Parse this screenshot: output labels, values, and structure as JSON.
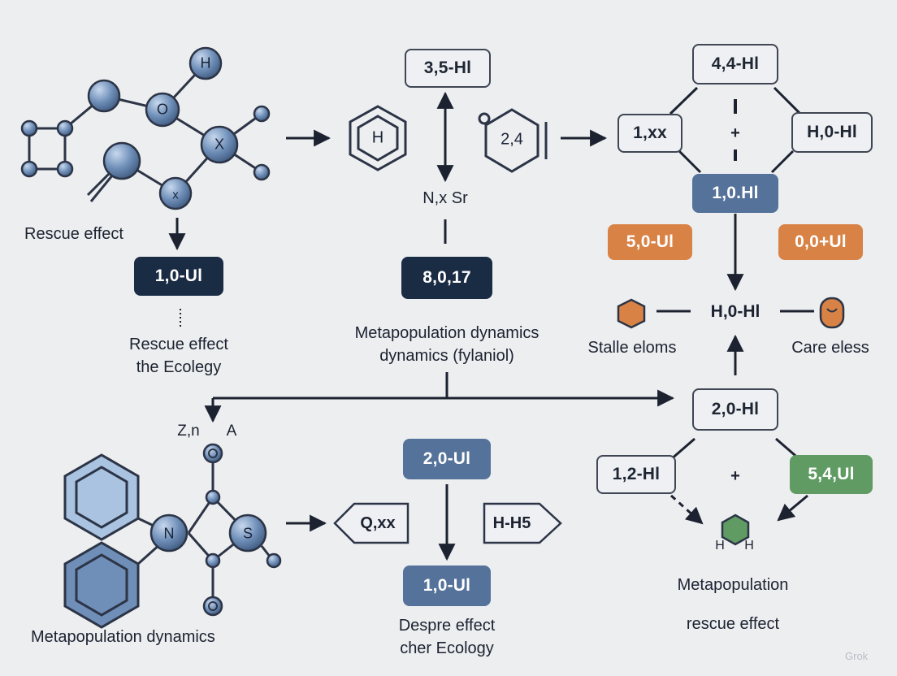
{
  "diagram": {
    "top_left": {
      "atoms": [
        "H",
        "O",
        "X",
        "x"
      ],
      "label": "Rescue effect",
      "box": "1,0-Ul",
      "caption_line1": "Rescue effect",
      "caption_line2": "the Ecolegy"
    },
    "top_middle": {
      "hex_label": "H",
      "box_top": "3,5-Hl",
      "ring_label": "2,4",
      "axis_label": "N,x Sr",
      "box_dark": "8,0,17",
      "caption_line1": "Metapopulation dynamics",
      "caption_line2": "dynamics (fylaniol)"
    },
    "top_right": {
      "box_top": "4,4-Hl",
      "box_left": "1,xx",
      "plus": "+",
      "box_right": "H,0-Hl",
      "box_center": "1,0.Hl",
      "orange_left": "5,0-Ul",
      "orange_right": "0,0+Ul",
      "node": "H,0-Hl",
      "left_label": "Stalle eloms",
      "right_label": "Care eless"
    },
    "bottom_left": {
      "top_labels": "Z,n",
      "top_label_a": "A",
      "atoms": [
        "N",
        "S"
      ],
      "caption": "Metapopulation dynamics"
    },
    "bottom_middle": {
      "arrow_left": "Q,xx",
      "arrow_right": "H-H5",
      "box_top": "2,0-Ul",
      "box_bottom": "1,0-Ul",
      "caption_line1": "Despre effect",
      "caption_line2": "cher Ecology"
    },
    "bottom_right": {
      "box_top": "2,0-Hl",
      "box_left": "1,2-Hl",
      "plus": "+",
      "box_right": "5,4,Ul",
      "hex_left": "H",
      "hex_right": "H",
      "caption_line1": "Metapopulation",
      "caption_line2": "rescue effect"
    },
    "watermark": "Grok"
  },
  "colors": {
    "background": "#eceef0",
    "node_blue": "#6f8fb8",
    "dark_navy": "#1a2b44",
    "slate": "#55729a",
    "orange": "#d98245",
    "green": "#5f9b62",
    "light_blue": "#a9c3e0"
  }
}
